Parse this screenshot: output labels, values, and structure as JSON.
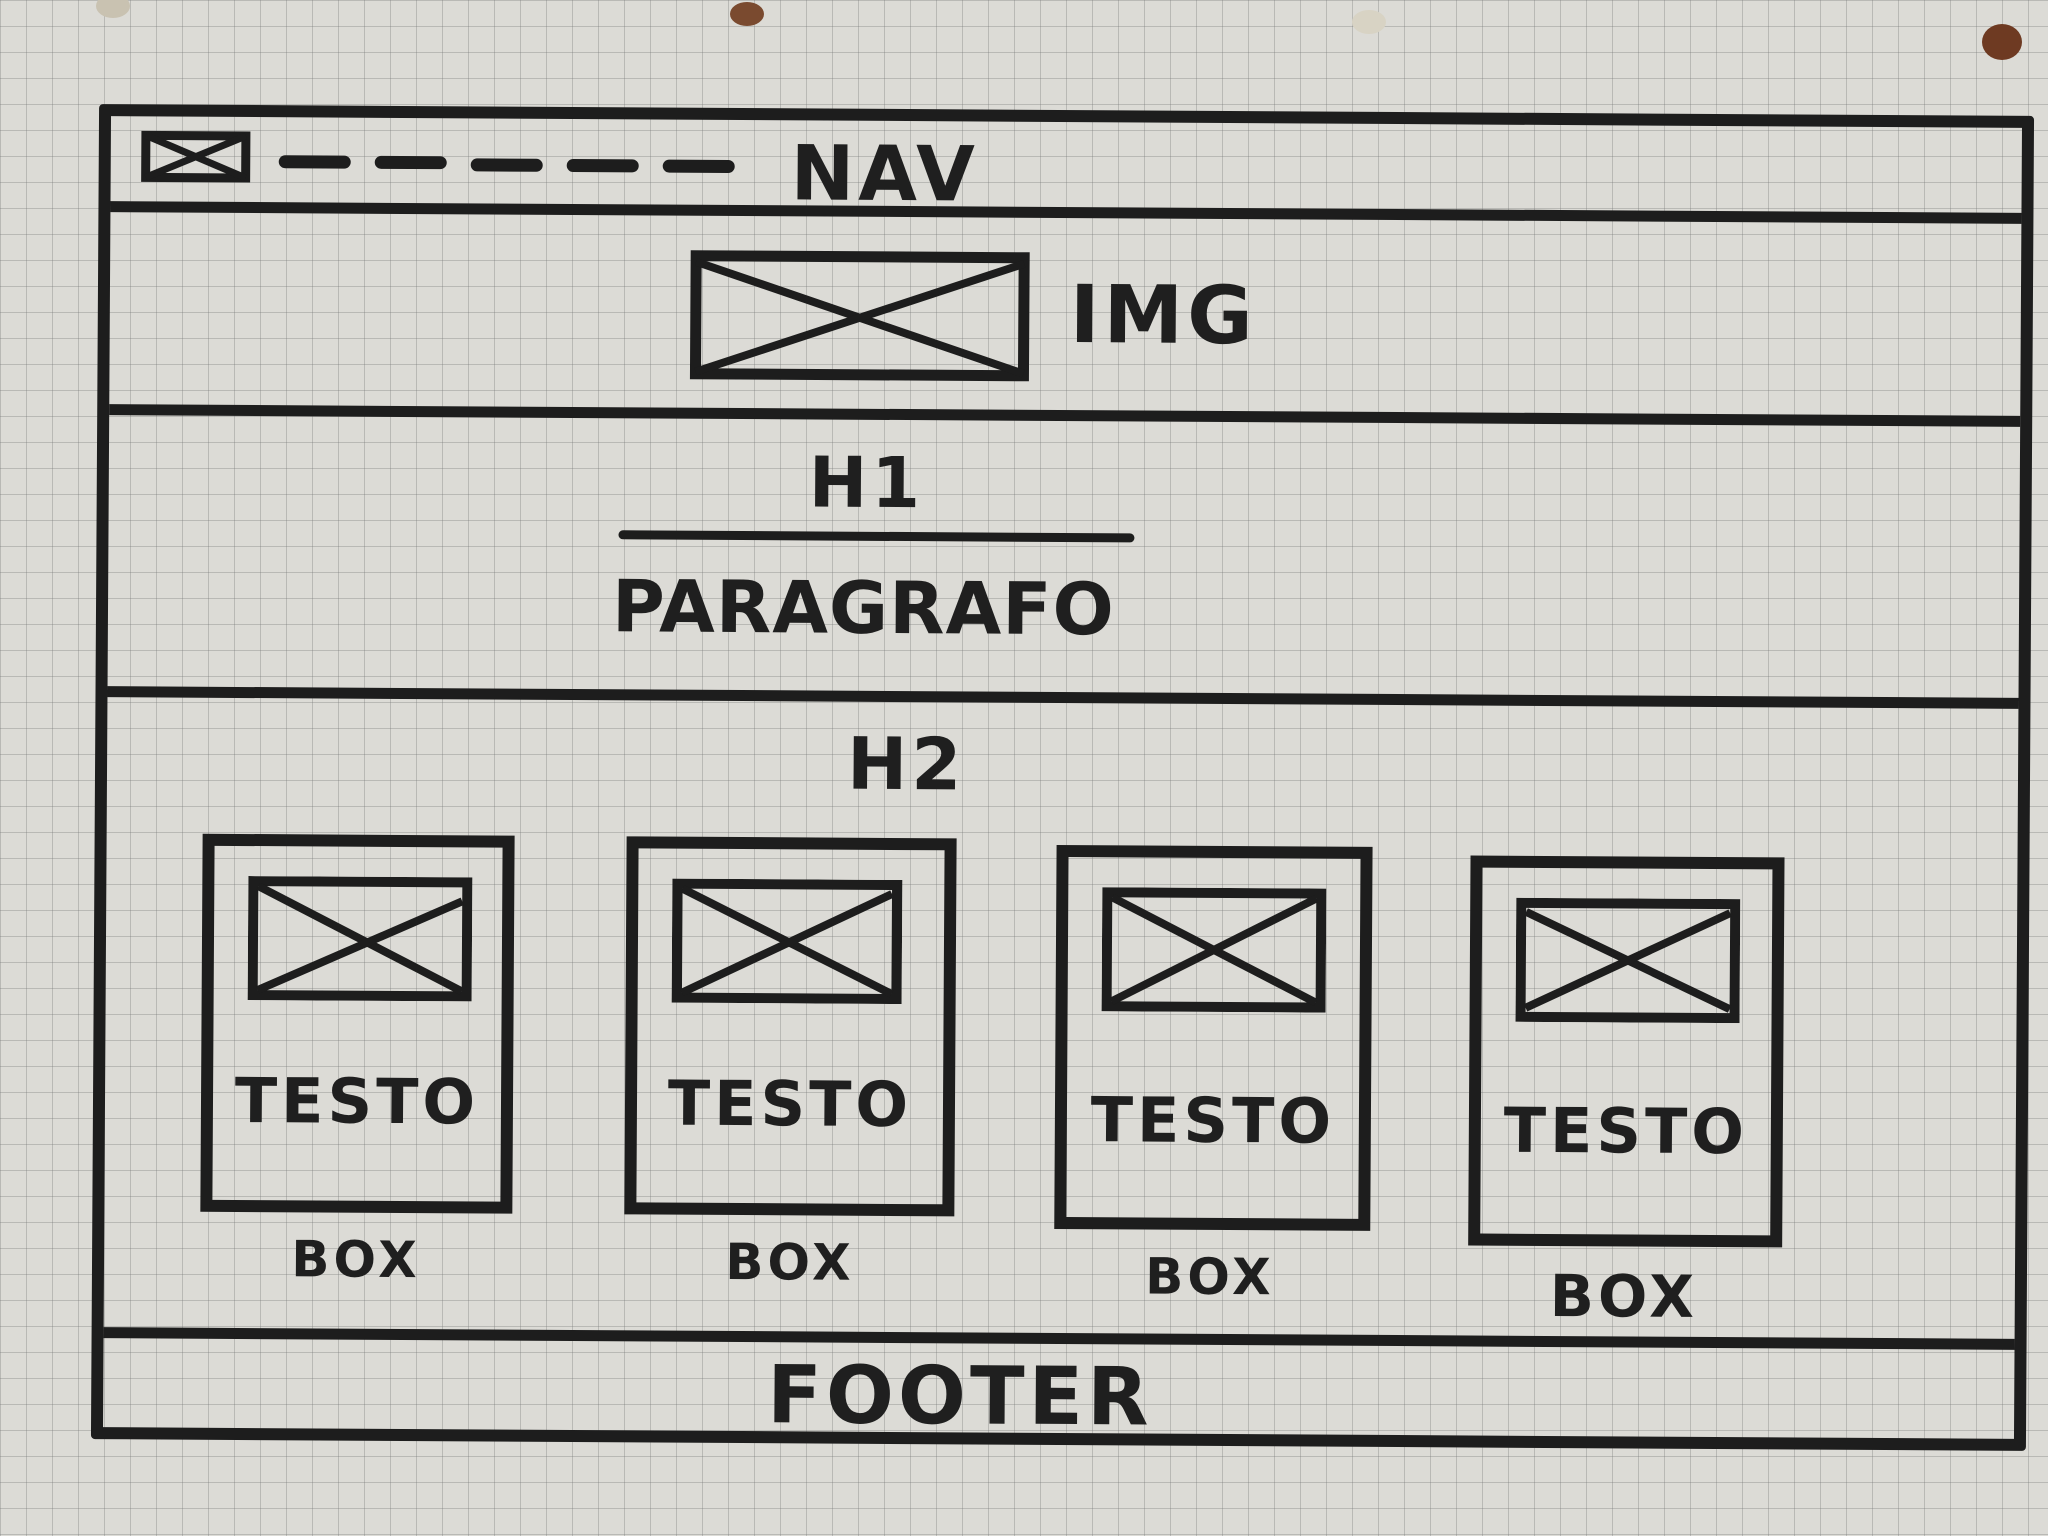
{
  "nav": {
    "label": "NAV"
  },
  "hero": {
    "image_label": "IMG"
  },
  "intro": {
    "heading": "H1",
    "paragraph": "PARAGRAFO"
  },
  "content": {
    "heading": "H2",
    "boxes": [
      {
        "text": "TESTO",
        "caption": "BOX"
      },
      {
        "text": "TESTO",
        "caption": "BOX"
      },
      {
        "text": "TESTO",
        "caption": "BOX"
      },
      {
        "text": "TESTO",
        "caption": "BOX"
      }
    ]
  },
  "footer": {
    "label": "FOOTER"
  },
  "colors": {
    "ink": "#1d1d1d",
    "paper": "#dcdbd6",
    "grid": "#9a9a9a"
  }
}
